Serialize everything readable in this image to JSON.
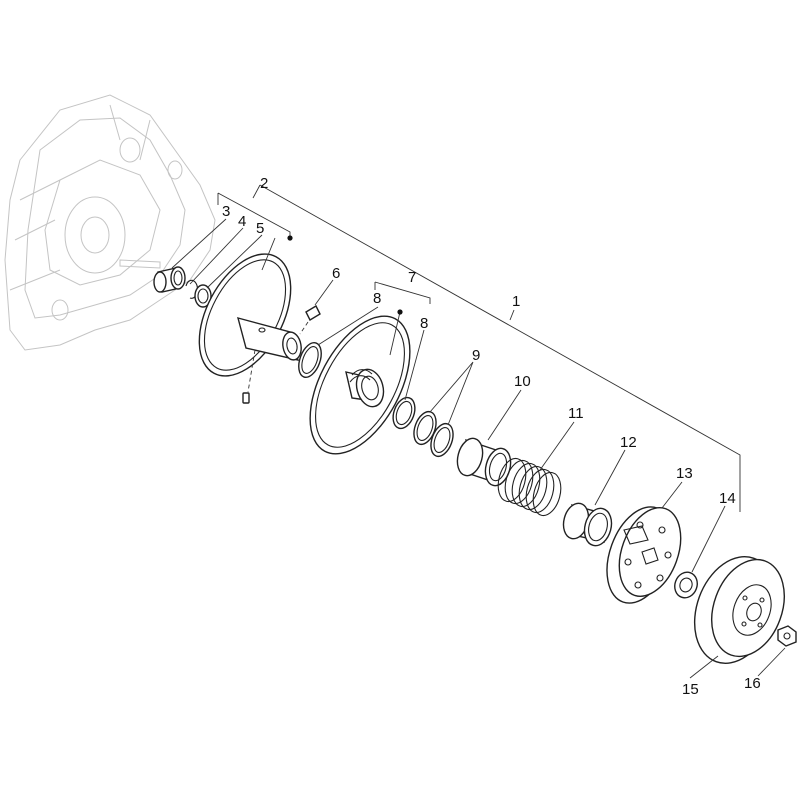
{
  "callouts": [
    {
      "id": "1",
      "label": "1"
    },
    {
      "id": "2",
      "label": "2"
    },
    {
      "id": "3",
      "label": "3"
    },
    {
      "id": "4",
      "label": "4"
    },
    {
      "id": "5",
      "label": "5"
    },
    {
      "id": "6",
      "label": "6"
    },
    {
      "id": "7",
      "label": "7"
    },
    {
      "id": "8a",
      "label": "8"
    },
    {
      "id": "8b",
      "label": "8"
    },
    {
      "id": "9",
      "label": "9"
    },
    {
      "id": "10",
      "label": "10"
    },
    {
      "id": "11",
      "label": "11"
    },
    {
      "id": "12",
      "label": "12"
    },
    {
      "id": "13",
      "label": "13"
    },
    {
      "id": "14",
      "label": "14"
    },
    {
      "id": "15",
      "label": "15"
    },
    {
      "id": "16",
      "label": "16"
    }
  ]
}
